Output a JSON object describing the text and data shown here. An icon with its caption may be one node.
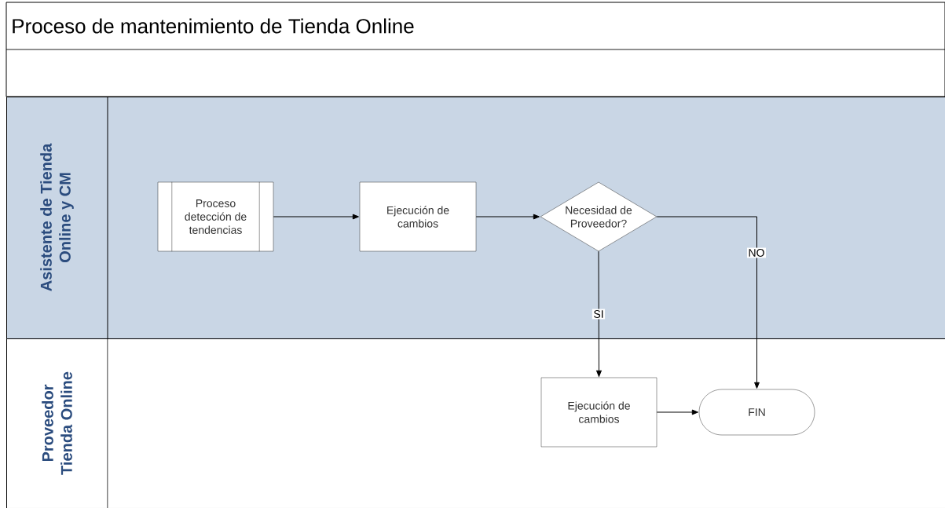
{
  "diagram": {
    "title": "Proceso de mantenimiento de Tienda Online",
    "nodes": [
      {
        "text": [
          "Asistente de Tienda Online y CM"
        ]
      },
      {
        "text": [
          "Proceso detección de tendencias"
        ],
        "in": 0
      },
      {
        "text": [
          "Ejecución de cambios"
        ],
        "in": 0
      },
      {
        "text": [
          "Necesidad de Proveedor?"
        ],
        "in": 0
      },
      {
        "text": [
          "Proveedor Tienda Online"
        ]
      },
      {
        "text": [
          "Ejecución de cambios"
        ],
        "in": 4
      },
      {
        "text": [
          "FIN"
        ],
        "in": 4
      }
    ],
    "edges": [
      {
        "from": 1,
        "to": 2,
        "arrow": "to"
      },
      {
        "from": 2,
        "to": 3,
        "arrow": "to"
      },
      {
        "from": 3,
        "to": 5,
        "arrow": "to",
        "label": "SI"
      },
      {
        "from": 3,
        "to": 6,
        "arrow": "to",
        "label": "NO"
      },
      {
        "from": 5,
        "to": 6,
        "arrow": "to"
      }
    ]
  }
}
